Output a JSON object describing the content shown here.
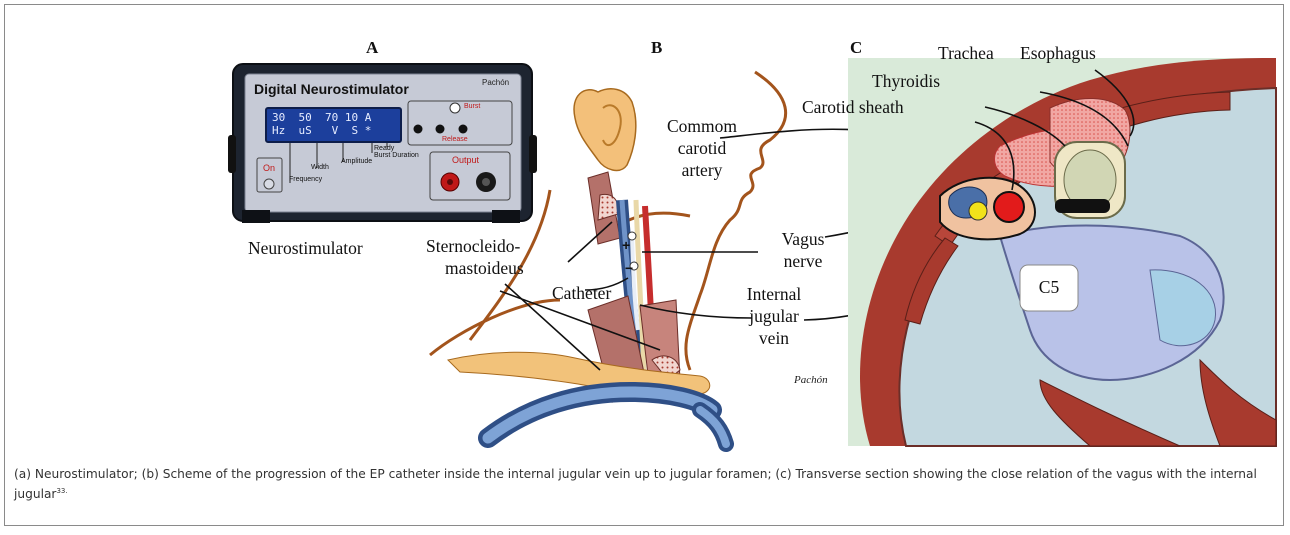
{
  "panels": {
    "a": "A",
    "b": "B",
    "c": "C"
  },
  "device": {
    "title": "Digital Neurostimulator",
    "brand": "Pachón",
    "display_row1": "30  50  70 10 A",
    "display_row2": "Hz  uS   V  S *",
    "readouts": {
      "frequency": "Frequency",
      "width": "Width",
      "amplitude": "Amplitude",
      "ready": "Ready",
      "burst_duration": "Burst Duration"
    },
    "buttons": {
      "burst": "Burst",
      "release": "Release",
      "output": "Output",
      "on": "On"
    }
  },
  "labels": {
    "neurostimulator": "Neurostimulator",
    "sternocleido_1": "Sternocleido-",
    "sternocleido_2": "mastoideus",
    "carotid_1": "Commom",
    "carotid_2": "carotid",
    "carotid_3": "artery",
    "vagus_1": "Vagus",
    "vagus_2": "nerve",
    "catheter": "Catheter",
    "jugular_1": "Internal",
    "jugular_2": "jugular",
    "jugular_3": "vein",
    "pachon": "Pachón",
    "plus": "+",
    "minus": "−",
    "trachea": "Trachea",
    "esophagus": "Esophagus",
    "thyroidis": "Thyroidis",
    "carotid_sheath": "Carotid sheath",
    "c5": "C5"
  },
  "caption": {
    "text": "(a) Neurostimulator; (b) Scheme of the progression of the EP catheter inside the internal jugular vein up to jugular foramen; (c) Transverse section showing the close relation of the vagus with the internal jugular",
    "ref": "33."
  },
  "colors": {
    "muscle": "#a83a2e",
    "tissue": "#c3d8e0",
    "vein": "#4a6fa8",
    "artery": "#e21b1b",
    "nerve": "#f1e21a",
    "device_body": "#1d2430",
    "device_panel": "#c6cad6"
  }
}
